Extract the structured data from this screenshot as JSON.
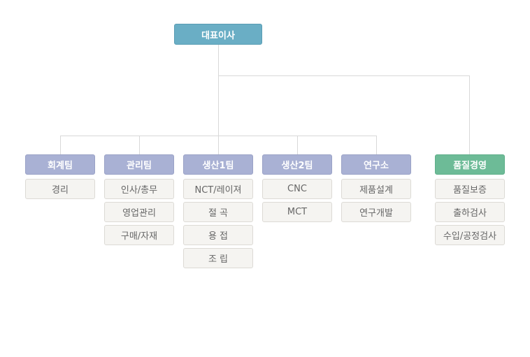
{
  "ceo": {
    "label": "대표이사"
  },
  "teams": [
    {
      "label": "회계팀",
      "subs": [
        "경리"
      ]
    },
    {
      "label": "관리팀",
      "subs": [
        "인사/총무",
        "영업관리",
        "구매/자재"
      ]
    },
    {
      "label": "생산1팀",
      "subs": [
        "NCT/레이져",
        "절 곡",
        "용 접",
        "조 립"
      ]
    },
    {
      "label": "생산2팀",
      "subs": [
        "CNC",
        "MCT"
      ]
    },
    {
      "label": "연구소",
      "subs": [
        "제품설계",
        "연구개발"
      ]
    },
    {
      "label": "품질경영",
      "subs": [
        "품질보증",
        "출하검사",
        "수입/공정검사"
      ]
    }
  ],
  "colors": {
    "ceo": "#6aaec5",
    "team": "#a9b1d4",
    "quality": "#6dbb97",
    "sub_bg": "#f5f4f1",
    "connector": "#d8d8d8"
  }
}
